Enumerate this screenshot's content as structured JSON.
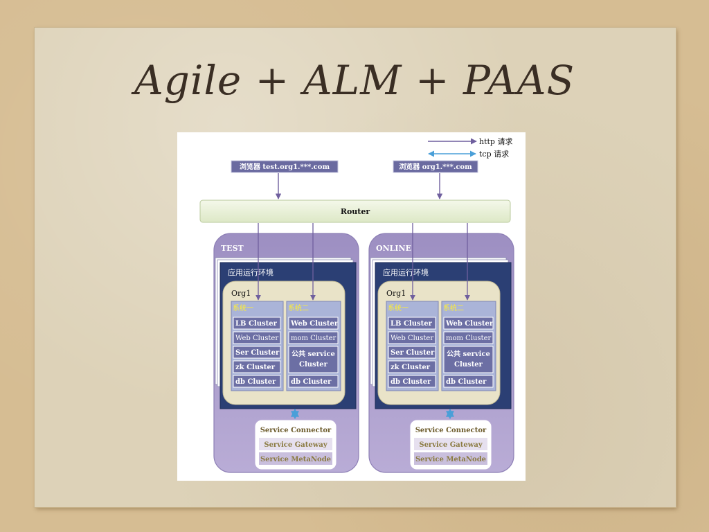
{
  "slide": {
    "title": "Agile + ALM + PAAS"
  },
  "diagram": {
    "legend": {
      "http_label": "http 请求",
      "tcp_label": "tcp 请求"
    },
    "browsers": [
      {
        "label": "浏览器 test.org1.***.com"
      },
      {
        "label": "浏览器 org1.***.com"
      }
    ],
    "router": {
      "label": "Router"
    },
    "environments": [
      {
        "name": "TEST",
        "runtime_label": "应用运行环境",
        "org_label": "Org1",
        "systems": [
          {
            "name": "系统一",
            "clusters": [
              "LB Cluster",
              "Web Cluster",
              "Ser Cluster",
              "zk Cluster",
              "db Cluster"
            ]
          },
          {
            "name": "系统二",
            "clusters": [
              "Web Cluster",
              "mom Cluster",
              "公共 service Cluster",
              "db Cluster"
            ]
          }
        ],
        "services": [
          "Service Connector",
          "Service Gateway",
          "Service MetaNode"
        ]
      },
      {
        "name": "ONLINE",
        "runtime_label": "应用运行环境",
        "org_label": "Org1",
        "systems": [
          {
            "name": "系统一",
            "clusters": [
              "LB Cluster",
              "Web Cluster",
              "Ser Cluster",
              "zk Cluster",
              "db Cluster"
            ]
          },
          {
            "name": "系统二",
            "clusters": [
              "Web Cluster",
              "mom Cluster",
              "公共 service Cluster",
              "db Cluster"
            ]
          }
        ],
        "services": [
          "Service Connector",
          "Service Gateway",
          "Service MetaNode"
        ]
      }
    ],
    "colors": {
      "env_fill": "#a99bc9",
      "runtime_fill": "#2a3f73",
      "org_fill": "#e9e3c8",
      "cluster_fill": "#6c6fa4",
      "arrow_http": "#7b6aa8",
      "arrow_tcp": "#4a9fd8"
    }
  }
}
